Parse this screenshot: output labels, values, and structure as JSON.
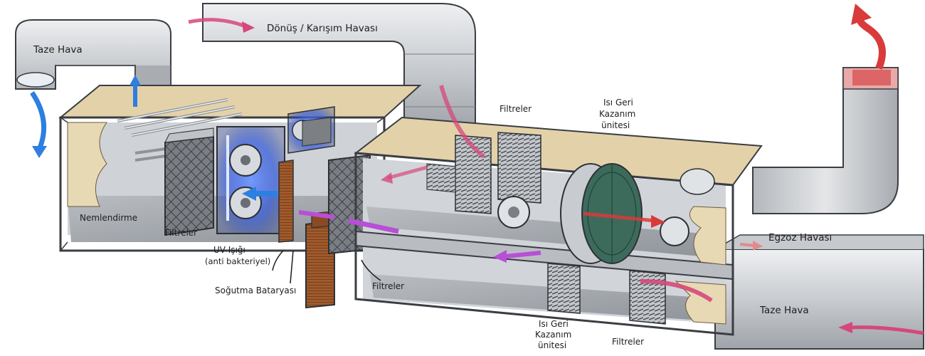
{
  "labels": {
    "fresh_air_in_left": "Taze Hava",
    "return_mix_air": "Dönüş / Karışım Havası",
    "filters_top": "Filtreler",
    "heat_recovery_top": [
      "Isı Geri",
      "Kazanım",
      "ünitesi"
    ],
    "humidification": "Nemlendirme",
    "filters_left": "Filtreler",
    "uv_light": [
      "UV Işığı",
      "(anti bakteriyel)"
    ],
    "cooling_coil": "Soğutma Bataryası",
    "filters_middle": "Filtreler",
    "exhaust_air": "Egzoz Havası",
    "fresh_air_in_right": "Taze Hava",
    "heat_recovery_bottom": [
      "Isı Geri",
      "Kazanım",
      "ünitesi"
    ],
    "filters_bottom": "Filtreler"
  },
  "colors": {
    "supply_air_arrow": "#2d7fe0",
    "return_air_arrow": "#d6487a",
    "exhaust_arrow": "#d93a3a",
    "heat_recovery_arrow": "#b84fd6",
    "casing": "#c9cdd2",
    "duct": "#d5d8dc",
    "insulation": "#e8d9b5",
    "uv_glow": "#3a6cf5",
    "coil_copper": "#b26a3a"
  }
}
